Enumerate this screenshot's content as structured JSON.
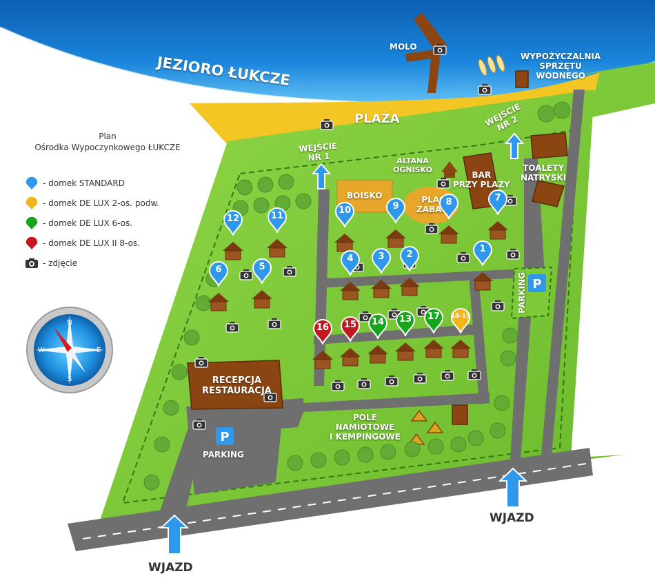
{
  "map": {
    "lake_label": "JEZIORO ŁUKCZE",
    "pier_label": "MOLO",
    "beach_label": "PLAŻA",
    "rental_label": [
      "WYPOŻYCZALNIA",
      "SPRZĘTU",
      "WODNEGO"
    ],
    "entrance1_label": [
      "WEJŚCIE",
      "NR 1"
    ],
    "entrance2_label": [
      "WEJŚCIE",
      "NR 2"
    ],
    "gazebo_label": [
      "ALTANA",
      "OGNISKO"
    ],
    "bar_label": [
      "BAR",
      "PRZY PLAŻY"
    ],
    "toilets_label": [
      "TOALETY",
      "NATRYSKI"
    ],
    "field_label": "BOISKO",
    "playground_label": [
      "PLAC",
      "ZABAW"
    ],
    "parking_right_label": "PARKING",
    "parking_left_label": "PARKING",
    "reception_label": [
      "RECEPCJA",
      "RESTAURACJA"
    ],
    "camping_label": [
      "POLE",
      "NAMIOTOWE",
      "I KEMPINGOWE"
    ],
    "entry_left_label": "WJAZD",
    "entry_right_label": "WJAZD",
    "parking_sign": "P"
  },
  "legend": {
    "title": [
      "Plan",
      "Ośrodka Wypoczynkowego ŁUKCZE"
    ],
    "items": [
      {
        "label": "- domek STANDARD",
        "color": "#2f98ea"
      },
      {
        "label": "- domek DE LUX 2-os. podw.",
        "color": "#f2b41b"
      },
      {
        "label": "- domek DE LUX 6-os.",
        "color": "#18a51e"
      },
      {
        "label": "- domek DE LUX II 8-os.",
        "color": "#c21920"
      },
      {
        "label": "- zdjęcie",
        "color": "#333333"
      }
    ]
  },
  "cabins": [
    {
      "number": "12",
      "type": "standard"
    },
    {
      "number": "11",
      "type": "standard"
    },
    {
      "number": "10",
      "type": "standard"
    },
    {
      "number": "9",
      "type": "standard"
    },
    {
      "number": "8",
      "type": "standard"
    },
    {
      "number": "7",
      "type": "standard"
    },
    {
      "number": "6",
      "type": "standard"
    },
    {
      "number": "5",
      "type": "standard"
    },
    {
      "number": "4",
      "type": "standard"
    },
    {
      "number": "3",
      "type": "standard"
    },
    {
      "number": "2",
      "type": "standard"
    },
    {
      "number": "1",
      "type": "standard"
    },
    {
      "number": "16",
      "type": "deluxe8"
    },
    {
      "number": "15",
      "type": "deluxe8"
    },
    {
      "number": "14",
      "type": "deluxe6"
    },
    {
      "number": "13",
      "type": "deluxe6"
    },
    {
      "number": "17",
      "type": "deluxe6"
    },
    {
      "number": "18-19",
      "type": "deluxe2"
    }
  ],
  "colors": {
    "lake": "#1a7fd6",
    "beach": "#f3c623",
    "grass": "#7ec93a",
    "road": "#6f6f6f",
    "building": "#8b4513",
    "standard": "#2f98ea",
    "deluxe2": "#f2b41b",
    "deluxe6": "#18a51e",
    "deluxe8": "#c21920"
  }
}
